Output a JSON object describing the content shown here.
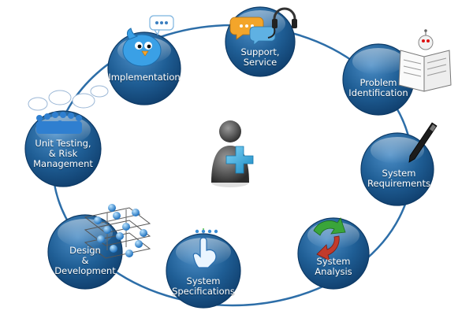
{
  "diagram": {
    "type": "cycle",
    "center_icon": "person-plus-icon",
    "colors": {
      "node": "#1f5e95",
      "ring": "#2d6ea8",
      "accent": "#2aa6dc"
    },
    "nodes": [
      {
        "id": "support",
        "line1": "Support,",
        "line2": "Service",
        "icon": "headset-chat-icon"
      },
      {
        "id": "problem",
        "line1": "Problem",
        "line2": "Identification",
        "icon": "newspaper-reader-icon"
      },
      {
        "id": "requirements",
        "line1": "System",
        "line2": "Requirements",
        "icon": "pen-icon"
      },
      {
        "id": "analysis",
        "line1": "System",
        "line2": "Analysis",
        "icon": "cycle-arrows-icon"
      },
      {
        "id": "specifications",
        "line1": "System",
        "line2": "Specifications",
        "icon": "hand-pointer-icon"
      },
      {
        "id": "design",
        "line1": "Design",
        "line2": "&",
        "line3": "Development",
        "icon": "molecule-grid-icon"
      },
      {
        "id": "testing",
        "line1": "Unit Testing,",
        "line2": "& Risk",
        "line3": "Management",
        "icon": "crowd-chat-icon"
      },
      {
        "id": "implementation",
        "line1": "Implementation",
        "icon": "bird-icon"
      }
    ]
  }
}
